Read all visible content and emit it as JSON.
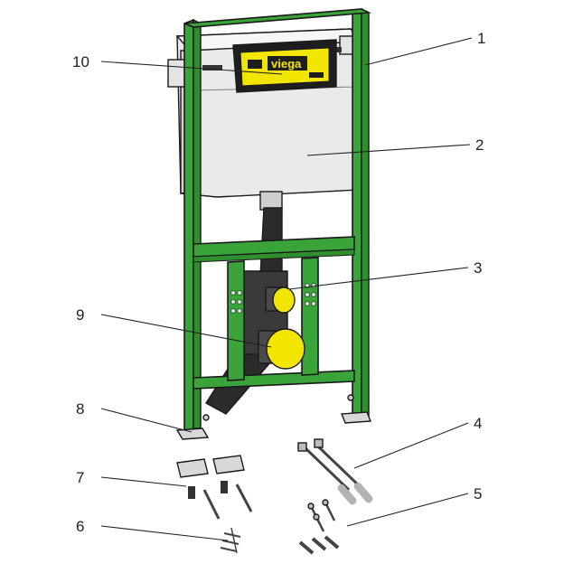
{
  "brand": {
    "logo_text": "viega"
  },
  "callouts": [
    {
      "id": "c1",
      "number": "1"
    },
    {
      "id": "c2",
      "number": "2"
    },
    {
      "id": "c3",
      "number": "3"
    },
    {
      "id": "c4",
      "number": "4"
    },
    {
      "id": "c5",
      "number": "5"
    },
    {
      "id": "c6",
      "number": "6"
    },
    {
      "id": "c7",
      "number": "7"
    },
    {
      "id": "c8",
      "number": "8"
    },
    {
      "id": "c9",
      "number": "9"
    },
    {
      "id": "c10",
      "number": "10"
    }
  ],
  "colors": {
    "frame": "#3aa43a",
    "cistern": "#e9e9e9",
    "accent_yellow": "#f2e600",
    "pipe": "#2b2b2b"
  }
}
